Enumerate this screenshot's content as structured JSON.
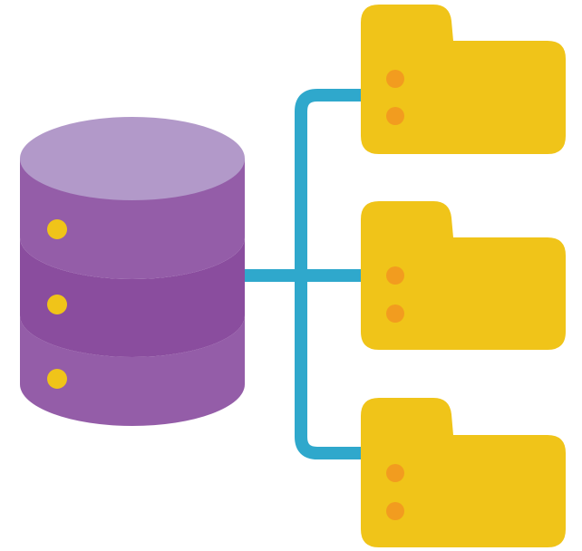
{
  "illustration": {
    "subject": "database-to-folders-icon",
    "palette": {
      "db_top": "#B299C9",
      "db_band_1": "#945DA8",
      "db_band_2": "#8A4D9E",
      "db_band_3": "#945DA8",
      "db_bottom": "#8A4D9E",
      "db_dot": "#F0C419",
      "connector": "#2FA8CC",
      "folder": "#F0C419",
      "folder_dot": "#F29C1F",
      "background": "#FFFFFF"
    },
    "database_indicator_count": 3,
    "folder_count": 3,
    "folder_indicator_count": 2,
    "icons": {
      "database": "database-icon",
      "folder": "folder-icon",
      "connector": "connector-lines"
    }
  }
}
